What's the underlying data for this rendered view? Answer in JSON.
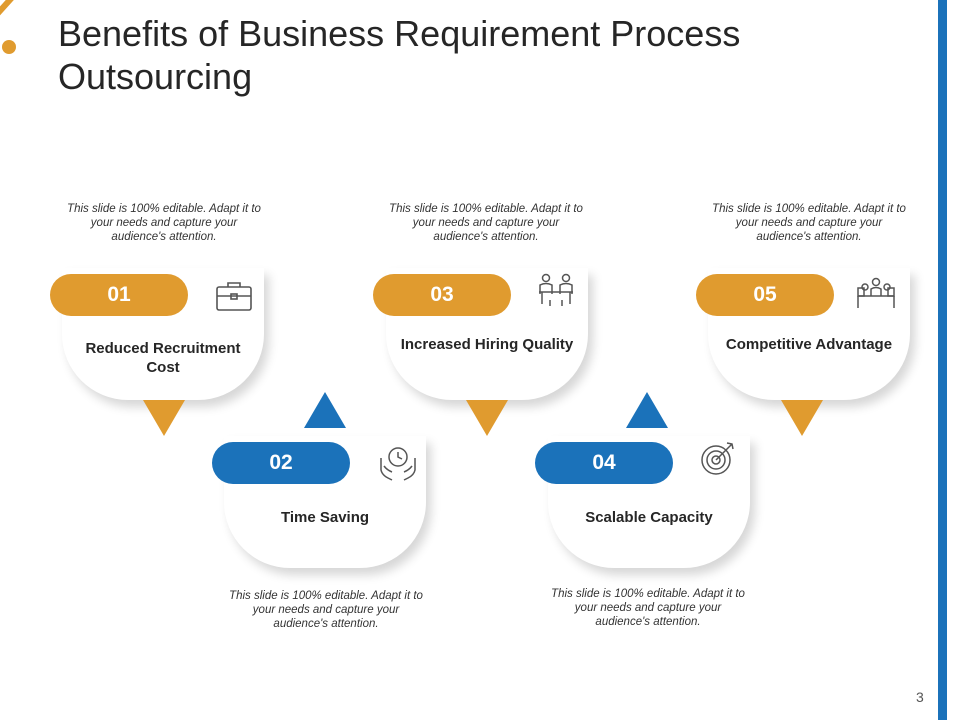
{
  "slide": {
    "title": "Benefits of Business Requirement Process Outsourcing",
    "page_number": "3"
  },
  "colors": {
    "accent_orange": "#E09B2F",
    "accent_blue": "#1B72BA"
  },
  "steps": [
    {
      "number": "01",
      "label": "Reduced Recruitment Cost",
      "description": "This slide is 100% editable. Adapt it to your needs and capture your audience's attention.",
      "icon": "briefcase-icon",
      "color": "orange"
    },
    {
      "number": "02",
      "label": "Time Saving",
      "description": "This slide is 100% editable. Adapt it to your needs and capture your audience's attention.",
      "icon": "clock-in-hands-icon",
      "color": "blue"
    },
    {
      "number": "03",
      "label": "Increased Hiring Quality",
      "description": "This slide is 100% editable. Adapt it to your needs and capture your audience's attention.",
      "icon": "interview-icon",
      "color": "orange"
    },
    {
      "number": "04",
      "label": "Scalable Capacity",
      "description": "This slide is 100% editable. Adapt it to your needs and capture your audience's attention.",
      "icon": "target-icon",
      "color": "blue"
    },
    {
      "number": "05",
      "label": "Competitive Advantage",
      "description": "This slide is 100% editable. Adapt it to your needs and capture your audience's attention.",
      "icon": "meeting-desk-icon",
      "color": "orange"
    }
  ]
}
